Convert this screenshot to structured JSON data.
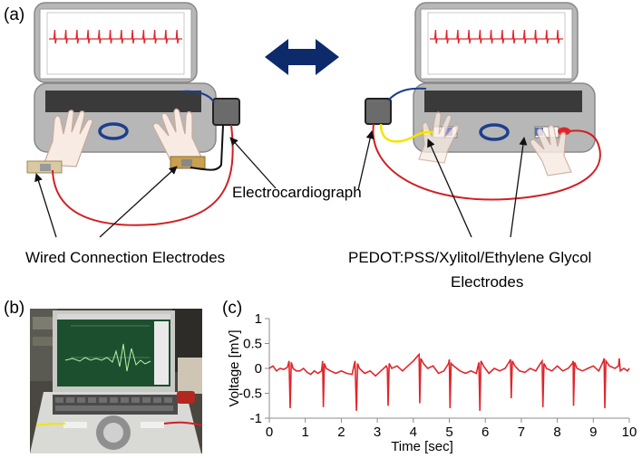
{
  "panel_labels": {
    "a": "(a)",
    "b": "(b)",
    "c": "(c)"
  },
  "labels": {
    "electrocardiograph": "Electrocardiograph",
    "wired": "Wired Connection Electrodes",
    "pedot_line1": "PEDOT:PSS/Xylitol/Ethylene Glycol",
    "pedot_line2": "Electrodes"
  },
  "colors": {
    "laptop_body": "#b7b7b7",
    "laptop_dark": "#3a3a3a",
    "trace_red": "#e0262b",
    "cable_red": "#d11f23",
    "cable_yellow": "#f2e600",
    "cable_blue": "#1d3f8c",
    "arrow_navy": "#0d2a6b",
    "ecg_device": "#6b6b6b"
  },
  "icons": [
    "double-arrow-icon",
    "touchpad-icon",
    "hand-icon"
  ],
  "chart_data": {
    "type": "line",
    "title": "",
    "xlabel": "Time [sec]",
    "ylabel": "Voltage [mV]",
    "xlim": [
      0,
      10
    ],
    "ylim": [
      -1,
      1
    ],
    "xticks": [
      "0",
      "1",
      "2",
      "3",
      "4",
      "5",
      "6",
      "7",
      "8",
      "9",
      "10"
    ],
    "yticks": [
      "1",
      "0.5",
      "0",
      "-0.5",
      "-1"
    ],
    "grid": false,
    "series": [
      {
        "color": "#e0262b",
        "beats_x": [
          0.58,
          1.5,
          2.42,
          3.3,
          4.18,
          5.02,
          5.85,
          6.72,
          7.6,
          8.45,
          9.32
        ],
        "x": [
          0.0,
          0.1,
          0.2,
          0.3,
          0.4,
          0.5,
          0.55,
          0.58,
          0.61,
          0.66,
          0.75,
          0.85,
          0.95,
          1.05,
          1.15,
          1.25,
          1.35,
          1.45,
          1.48,
          1.5,
          1.53,
          1.58,
          1.7,
          1.85,
          2.0,
          2.15,
          2.3,
          2.38,
          2.42,
          2.45,
          2.5,
          2.65,
          2.8,
          2.95,
          3.1,
          3.25,
          3.28,
          3.3,
          3.33,
          3.4,
          3.55,
          3.7,
          3.85,
          4.0,
          4.12,
          4.16,
          4.18,
          4.21,
          4.28,
          4.4,
          4.55,
          4.7,
          4.85,
          4.98,
          5.0,
          5.02,
          5.05,
          5.12,
          5.3,
          5.45,
          5.6,
          5.75,
          5.82,
          5.85,
          5.88,
          5.95,
          6.1,
          6.25,
          6.4,
          6.55,
          6.68,
          6.7,
          6.72,
          6.75,
          6.82,
          6.95,
          7.1,
          7.25,
          7.4,
          7.55,
          7.58,
          7.6,
          7.63,
          7.7,
          7.85,
          8.0,
          8.15,
          8.3,
          8.42,
          8.44,
          8.45,
          8.48,
          8.55,
          8.7,
          8.85,
          9.0,
          9.15,
          9.28,
          9.3,
          9.32,
          9.35,
          9.45,
          9.6,
          9.7,
          9.72,
          9.75,
          9.85,
          9.95,
          10.0
        ],
        "y": [
          0.0,
          0.05,
          -0.05,
          0.0,
          -0.02,
          0.02,
          0.15,
          -0.8,
          0.12,
          0.0,
          -0.05,
          -0.05,
          0.0,
          -0.08,
          -0.12,
          -0.05,
          -0.1,
          -0.05,
          0.15,
          -0.78,
          0.1,
          0.0,
          -0.05,
          -0.1,
          -0.05,
          -0.1,
          -0.12,
          0.15,
          -0.85,
          0.1,
          0.0,
          -0.1,
          -0.05,
          -0.15,
          -0.05,
          0.05,
          0.0,
          -0.75,
          0.1,
          0.0,
          0.05,
          -0.05,
          0.05,
          0.15,
          0.25,
          0.28,
          -0.7,
          0.2,
          0.1,
          0.0,
          0.05,
          -0.1,
          -0.05,
          0.1,
          0.18,
          -0.8,
          0.1,
          0.05,
          -0.05,
          -0.1,
          -0.05,
          -0.1,
          0.12,
          -0.85,
          0.15,
          0.05,
          -0.1,
          0.0,
          -0.05,
          0.0,
          0.15,
          0.18,
          -0.6,
          0.15,
          0.05,
          -0.05,
          -0.08,
          0.0,
          -0.05,
          0.12,
          0.15,
          -0.78,
          0.1,
          0.0,
          -0.05,
          0.05,
          -0.05,
          0.0,
          0.1,
          0.15,
          -0.75,
          0.12,
          0.0,
          -0.05,
          0.0,
          0.05,
          -0.05,
          0.15,
          0.2,
          -0.8,
          0.15,
          0.05,
          0.0,
          0.05,
          0.2,
          -0.05,
          0.0,
          -0.05,
          0.0
        ]
      }
    ]
  }
}
